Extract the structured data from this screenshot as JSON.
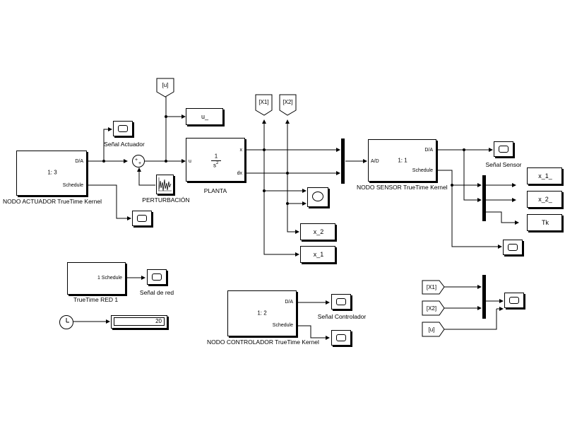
{
  "blocks": {
    "nodo_actuador": {
      "center": "1: 3",
      "out_da": "D/A",
      "out_schedule": "Schedule",
      "caption": "NODO ACTUADOR TrueTime Kernel"
    },
    "planta": {
      "num": "1",
      "den": "s",
      "den_exp": "2",
      "in_u": "u",
      "out_x": "x",
      "out_dx": "dx",
      "caption": "PLANTA"
    },
    "nodo_sensor": {
      "center": "1: 1",
      "in_ad": "A/D",
      "out_da": "D/A",
      "out_schedule": "Schedule",
      "caption": "NODO SENSOR TrueTime Kernel"
    },
    "red": {
      "center": "1 Schedule",
      "caption": "TrueTime RED 1"
    },
    "nodo_controlador": {
      "center": "1: 2",
      "out_da": "D/A",
      "out_schedule": "Schedule",
      "caption": "NODO CONTROLADOR TrueTime Kernel"
    },
    "sum": {
      "plus1": "+",
      "plus2": "+"
    },
    "perturbacion": {
      "caption": "PERTURBACIÓN"
    },
    "display": {
      "value": "20"
    }
  },
  "tags": {
    "goto_u": "[u]",
    "from_x1_top": "[X1]",
    "from_x2_top": "[X2]",
    "from_x1_bottom": "[X1]",
    "from_x2_bottom": "[X2]",
    "from_u_bottom": "[u]"
  },
  "workspace": {
    "u_": "u_",
    "x_2": "x_2",
    "x_1": "x_1",
    "x_1_": "x_1_",
    "x_2_": "x_2_",
    "tk": "Tk"
  },
  "scopes": {
    "senal_actuador": "Señal Actuador",
    "senal_sensor": "Señal Sensor",
    "senal_red": "Señal de red",
    "senal_controlador": "Señal Controlador"
  }
}
